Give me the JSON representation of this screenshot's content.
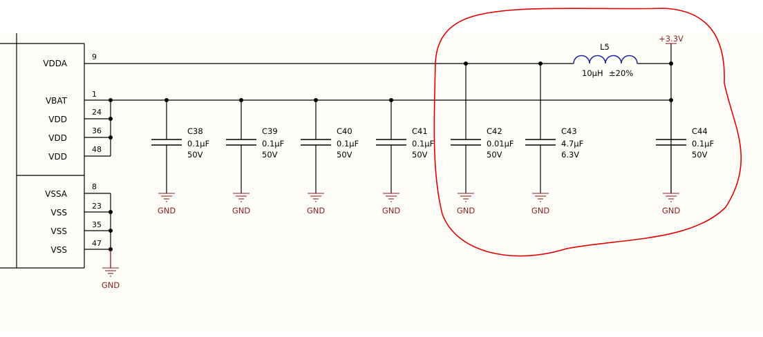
{
  "colors": {
    "background": "#ffffff",
    "page_fill": "#fffdf8",
    "wire": "#000000",
    "ground_symbol": "#8a1f1f",
    "inductor": "#1f2a9c",
    "highlight_circle": "#e00000"
  },
  "ic": {
    "pins": [
      {
        "name": "VDDA",
        "number": "9"
      },
      {
        "name": "VBAT",
        "number": "1"
      },
      {
        "name": "VDD",
        "number": "24"
      },
      {
        "name": "VDD",
        "number": "36"
      },
      {
        "name": "VDD",
        "number": "48"
      },
      {
        "name": "VSSA",
        "number": "8"
      },
      {
        "name": "VSS",
        "number": "23"
      },
      {
        "name": "VSS",
        "number": "35"
      },
      {
        "name": "VSS",
        "number": "47"
      }
    ]
  },
  "capacitors": [
    {
      "ref": "C38",
      "value": "0.1µF",
      "voltage": "50V",
      "gnd": "GND"
    },
    {
      "ref": "C39",
      "value": "0.1µF",
      "voltage": "50V",
      "gnd": "GND"
    },
    {
      "ref": "C40",
      "value": "0.1µF",
      "voltage": "50V",
      "gnd": "GND"
    },
    {
      "ref": "C41",
      "value": "0.1µF",
      "voltage": "50V",
      "gnd": "GND"
    },
    {
      "ref": "C42",
      "value": "0.01µF",
      "voltage": "50V",
      "gnd": "GND"
    },
    {
      "ref": "C43",
      "value": "4.7µF",
      "voltage": "6.3V",
      "gnd": "GND"
    },
    {
      "ref": "C44",
      "value": "0.1µF",
      "voltage": "50V",
      "gnd": "GND"
    }
  ],
  "inductor": {
    "ref": "L5",
    "value": "10µH",
    "tolerance": "±20%"
  },
  "power": {
    "label": "+3.3V"
  },
  "ic_gnd": {
    "label": "GND"
  }
}
